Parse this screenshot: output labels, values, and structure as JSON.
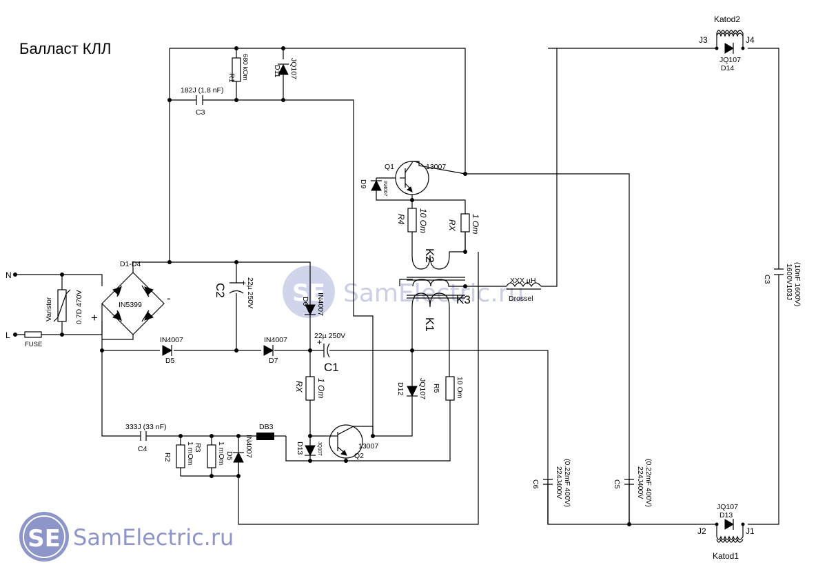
{
  "title": "Балласт КЛЛ",
  "watermark": {
    "brand": "SamElectric.ru",
    "logo": "SE"
  },
  "colors": {
    "wire": "#000000",
    "watermark": "#8d95c9",
    "background": "#ffffff"
  },
  "labels": {
    "N": "N",
    "L": "L",
    "fuse": "FUSE",
    "varistor": "Varistor",
    "varistor_value": "0.7D 470V",
    "bridge_ref": "D1-D4",
    "bridge_type": "IN5399",
    "plus": "+",
    "minus": "-",
    "r1_ref": "R1",
    "r1_value": "680 kOm",
    "d11_ref": "D11",
    "d11_type": "JQ107",
    "c3a_ref": "C3",
    "c3a_value": "182J (1.8 nF)",
    "c2_ref": "C2",
    "c2_value": "22µ 250V",
    "c2_plus": "+",
    "d6_ref": "D6",
    "d6_type": "IN4007",
    "d5_ref": "D5",
    "d5_type": "IN4007",
    "d7_ref": "D7",
    "d7_type": "IN4007",
    "c1_ref": "C1",
    "c1_value": "22µ 250V",
    "c1_plus": "+",
    "rx_lower_ref": "RX",
    "rx_lower_value": "1 Om",
    "q1_ref": "Q1",
    "q1_type": "13007",
    "d9_ref": "D9",
    "d9_type": "IN4007",
    "r4_ref": "R4",
    "r4_value": "10 Om",
    "rx_upper_ref": "RX",
    "rx_upper_value": "1 Om",
    "k2": "K2",
    "k3": "K3",
    "k1": "K1",
    "drossel_value": "XXX µH",
    "drossel": "Drossel",
    "d12_ref": "D12",
    "d12_type": "JQ107",
    "r5_ref": "R5",
    "r5_value": "10 Om",
    "c4_value": "333J (33 nF)",
    "c4_ref": "C4",
    "r2_ref": "R2",
    "r3_ref": "R3",
    "r3_value": "1 mOm",
    "r2_value": "1 mOm",
    "d5b_ref": "D5",
    "d5b_type": "IN4007",
    "db3": "DB3",
    "d13_ref": "D13",
    "d13_type": "JQ107",
    "q2_ref": "Q2",
    "q2_type": "13007",
    "c6_ref": "C6",
    "c6_value": "(0.22mF 400V)",
    "c6_code": "224J400V",
    "c5_ref": "C5",
    "c5_value": "(0.22mF 400V)",
    "c5_code": "224J400V",
    "c3b_ref": "C3",
    "c3b_value": "(10nF 1600V)",
    "c3b_code": "1600V103J",
    "katod2": "Katod2",
    "j3": "J3",
    "j4": "J4",
    "d14_type": "JQ107",
    "d14_ref": "D14",
    "katod1": "Katod1",
    "j2": "J2",
    "j1": "J1",
    "d13b_type": "JQ107",
    "d13b_ref": "D13"
  }
}
